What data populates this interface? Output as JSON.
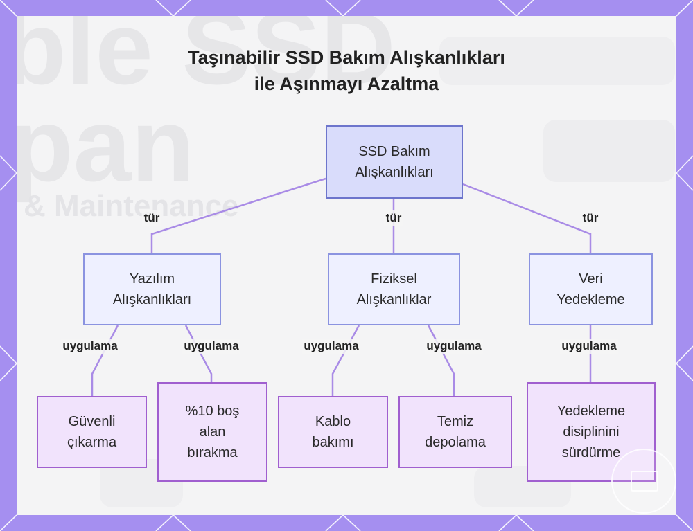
{
  "title": {
    "line1": "Taşınabilir SSD Bakım Alışkanlıkları",
    "line2": "ile Aşınmayı Azaltma"
  },
  "nodes": {
    "root": {
      "lines": [
        "SSD Bakım",
        "Alışkanlıkları"
      ]
    },
    "software": {
      "lines": [
        "Yazılım",
        "Alışkanlıkları"
      ]
    },
    "physical": {
      "lines": [
        "Fiziksel",
        "Alışkanlıklar"
      ]
    },
    "backup": {
      "lines": [
        "Veri",
        "Yedekleme"
      ]
    },
    "safe_eject": {
      "lines": [
        "Güvenli",
        "çıkarma"
      ]
    },
    "free_space": {
      "lines": [
        "%10 boş",
        "alan",
        "bırakma"
      ]
    },
    "cable_care": {
      "lines": [
        "Kablo",
        "bakımı"
      ]
    },
    "clean_storage": {
      "lines": [
        "Temiz",
        "depolama"
      ]
    },
    "backup_discipline": {
      "lines": [
        "Yedekleme",
        "disiplinini",
        "sürdürme"
      ]
    }
  },
  "edge_labels": {
    "type": "tür",
    "apply": "uygulama"
  },
  "colors": {
    "frame": "#a58ff0",
    "root_fill": "#d9dcfb",
    "root_border": "#6d75cc",
    "category_fill": "#eef0ff",
    "category_border": "#8b93e0",
    "leaf_fill": "#f1e3fc",
    "leaf_border": "#a05fcf",
    "edge": "#a98be6"
  }
}
